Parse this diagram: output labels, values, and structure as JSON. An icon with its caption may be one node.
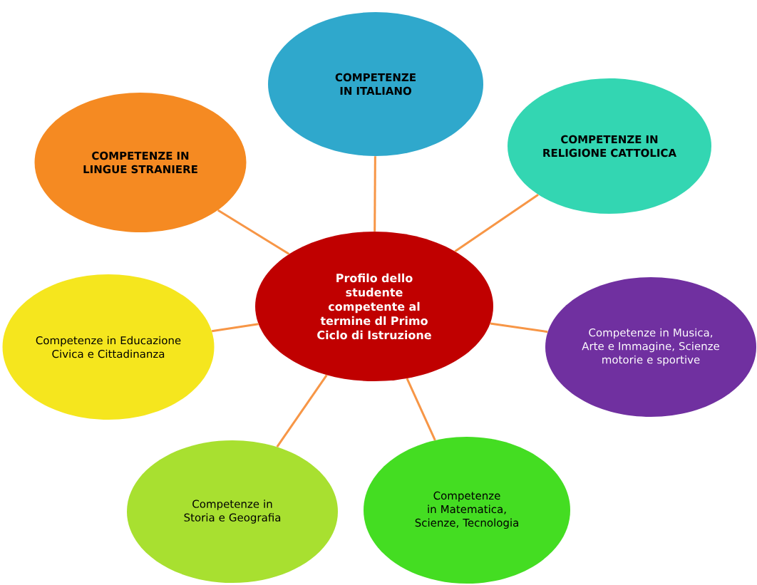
{
  "diagram": {
    "nodes": [
      {
        "text": [
          "Profilo dello studente competente al termine dl Primo Ciclo di Istruzione"
        ]
      },
      {
        "text": [
          "COMPETENZE IN ITALIANO"
        ]
      },
      {
        "text": [
          "COMPETENZE IN LINGUE STRANIERE"
        ]
      },
      {
        "text": [
          "COMPETENZE IN RELIGIONE CATTOLICA"
        ]
      },
      {
        "text": [
          "Competenze in Educazione Civica e Cittadinanza"
        ]
      },
      {
        "text": [
          "Competenze in Musica, Arte e Immagine, Scienze motorie e sportive"
        ]
      },
      {
        "text": [
          "Competenze in Storia e Geografia"
        ]
      },
      {
        "text": [
          "Competenze in Matematica, Scienze, Tecnologia"
        ]
      }
    ],
    "edges": [
      {
        "from": 0,
        "to": 1,
        "arrow": "none"
      },
      {
        "from": 0,
        "to": 2,
        "arrow": "none"
      },
      {
        "from": 0,
        "to": 3,
        "arrow": "none"
      },
      {
        "from": 0,
        "to": 4,
        "arrow": "none"
      },
      {
        "from": 0,
        "to": 5,
        "arrow": "none"
      },
      {
        "from": 0,
        "to": 6,
        "arrow": "none"
      },
      {
        "from": 0,
        "to": 7,
        "arrow": "none"
      }
    ]
  }
}
